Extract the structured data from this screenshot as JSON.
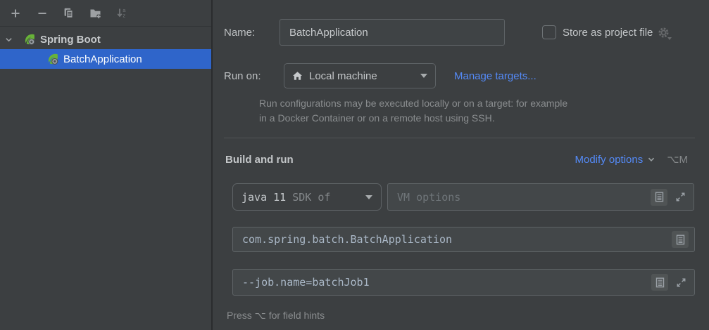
{
  "colors": {
    "background": "#3c3f41",
    "selection_blue": "#2f65ca",
    "link_blue": "#548af7",
    "spring_green": "#68b338",
    "field_border": "#5e6366",
    "text": "#c3c6c8",
    "muted_text": "#8a8d8f",
    "mono_text": "#a9b7c6"
  },
  "sidebar": {
    "toolbar": [
      {
        "name": "add",
        "icon": "plus-icon",
        "disabled": false
      },
      {
        "name": "remove",
        "icon": "minus-icon",
        "disabled": false
      },
      {
        "name": "copy-configuration",
        "icon": "copy-icon",
        "disabled": false
      },
      {
        "name": "new-folder",
        "icon": "new-folder-icon",
        "disabled": false
      },
      {
        "name": "sort-configurations",
        "icon": "sort-alpha-icon",
        "disabled": true
      }
    ],
    "tree": [
      {
        "label": "Spring Boot",
        "type": "group",
        "expanded": true,
        "selected": false
      },
      {
        "label": "BatchApplication",
        "type": "configuration",
        "selected": true
      }
    ]
  },
  "form": {
    "name": {
      "label": "Name:",
      "value": "BatchApplication"
    },
    "store_as_project_file": {
      "label": "Store as project file",
      "checked": false
    },
    "run_on": {
      "label": "Run on:",
      "value": "Local machine",
      "link": "Manage targets..."
    },
    "help_text": [
      "Run configurations may be executed locally or on a target: for example",
      "in a Docker Container or on a remote host using SSH."
    ],
    "build_and_run": {
      "title": "Build and run",
      "modify_options": "Modify options",
      "modify_shortcut": "⌥M",
      "sdk": {
        "name": "java 11",
        "detail": "SDK of"
      },
      "vm_options": {
        "placeholder": "VM options"
      },
      "main_class": "com.spring.batch.BatchApplication",
      "program_arguments": "--job.name=batchJob1",
      "hint": "Press ⌥ for field hints"
    }
  }
}
